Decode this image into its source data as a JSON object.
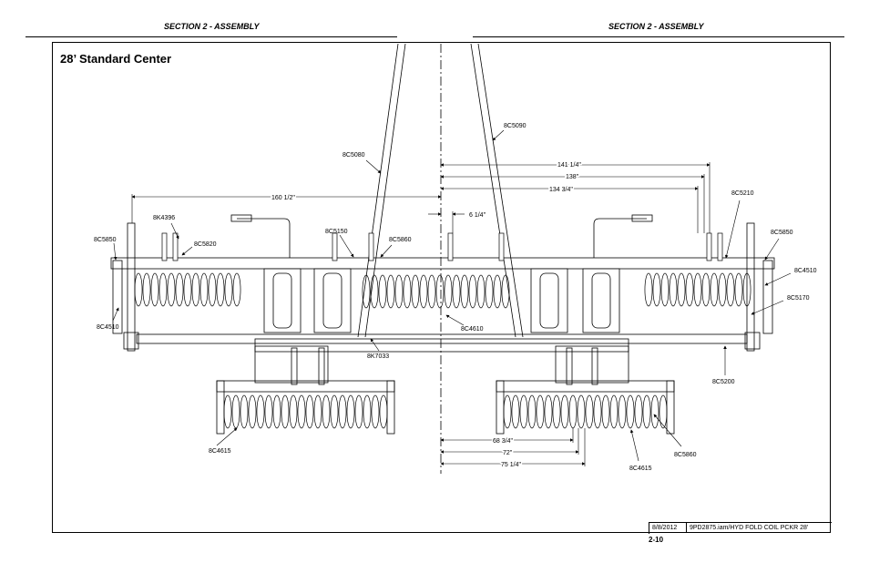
{
  "header": {
    "left_section": "SECTION 2 - ASSEMBLY",
    "right_section": "SECTION 2 - ASSEMBLY"
  },
  "page": {
    "title": "28’ Standard Center",
    "date": "8/8/2012",
    "file": "9PD2875.iam/HYD FOLD COIL PCKR 28'",
    "number": "2-10"
  },
  "parts": {
    "p8C5090": "8C5090",
    "p8C5080": "8C5080",
    "p8C5210": "8C5210",
    "p8K4396": "8K4396",
    "p8C5850_left": "8C5850",
    "p8C5820": "8C5820",
    "p8C5150": "8C5150",
    "p8C5860_top": "8C5860",
    "p8C5850_right": "8C5850",
    "p8C4510_right": "8C4510",
    "p8C5170": "8C5170",
    "p8C4510_left": "8C4510",
    "p8C4610": "8C4610",
    "p8K7033": "8K7033",
    "p8C5200": "8C5200",
    "p8C4615_left": "8C4615",
    "p8C5860_bottom": "8C5860",
    "p8C4615_right": "8C4615"
  },
  "dimensions": {
    "d141": "141 1/4\"",
    "d138": "138\"",
    "d134": "134 3/4\"",
    "d160": "160 1/2\"",
    "d6": "6 1/4\"",
    "d68": "68 3/4\"",
    "d72": "72\"",
    "d75": "75 1/4\""
  }
}
